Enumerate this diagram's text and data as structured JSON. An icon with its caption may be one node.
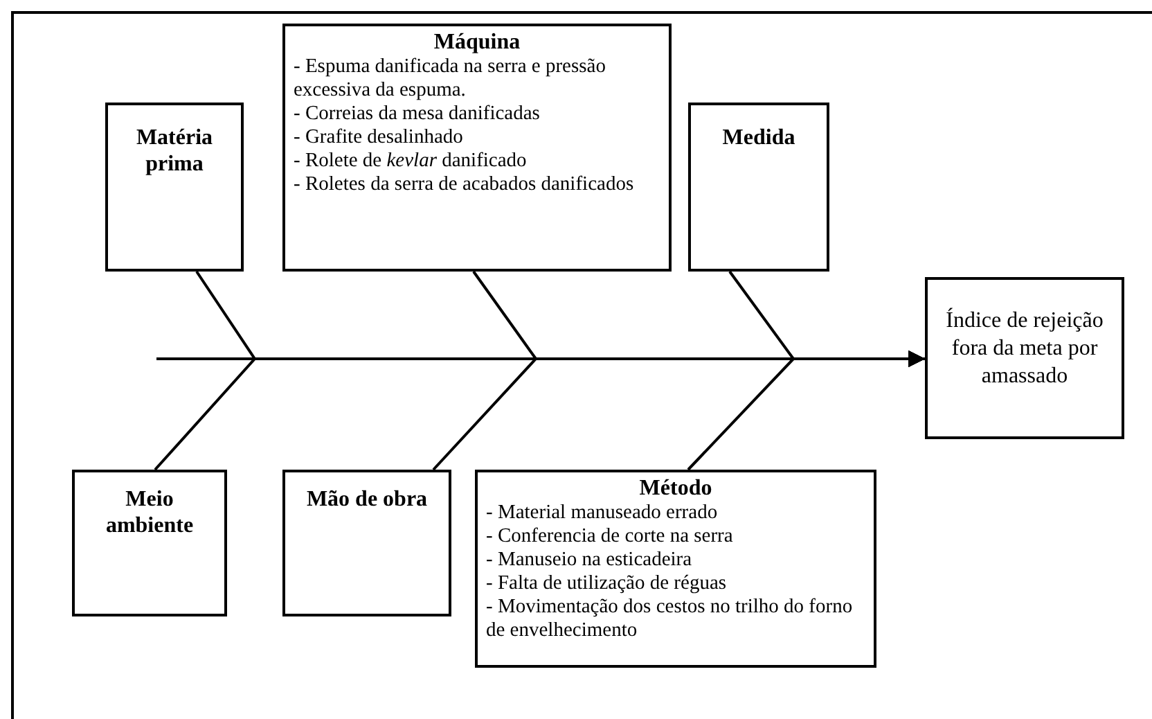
{
  "diagram": {
    "nodes": [
      {
        "text": [
          "Matéria prima"
        ]
      },
      {
        "text": [
          "Máquina",
          "- Espuma danificada na serra e pressão excessiva da espuma.",
          "- Correias da mesa danificadas",
          "- Grafite desalinhado",
          "- Rolete de *kevlar* danificado",
          "- Roletes da serra de acabados danificados"
        ]
      },
      {
        "text": [
          "Medida"
        ]
      },
      {
        "text": [
          "Índice de rejeição fora da meta por amassado"
        ]
      },
      {
        "text": [
          "Meio ambiente"
        ]
      },
      {
        "text": [
          "Mão de obra"
        ]
      },
      {
        "text": [
          "Método",
          "- Material manuseado errado",
          "- Conferencia de corte na serra",
          "- Manuseio na esticadeira",
          "- Falta de utilização de réguas",
          "- Movimentação dos cestos no trilho do forno de envelhecimento"
        ]
      }
    ],
    "edges": [
      {
        "from": null,
        "to": 3,
        "arrow": "to"
      },
      {
        "from": 0,
        "to": 3,
        "arrow": "to"
      },
      {
        "from": 1,
        "to": 3,
        "arrow": "to"
      },
      {
        "from": 2,
        "to": 3,
        "arrow": "to"
      },
      {
        "from": 4,
        "to": 3,
        "arrow": "to"
      },
      {
        "from": 5,
        "to": 3,
        "arrow": "to"
      },
      {
        "from": 6,
        "to": 3,
        "arrow": "to"
      }
    ]
  }
}
